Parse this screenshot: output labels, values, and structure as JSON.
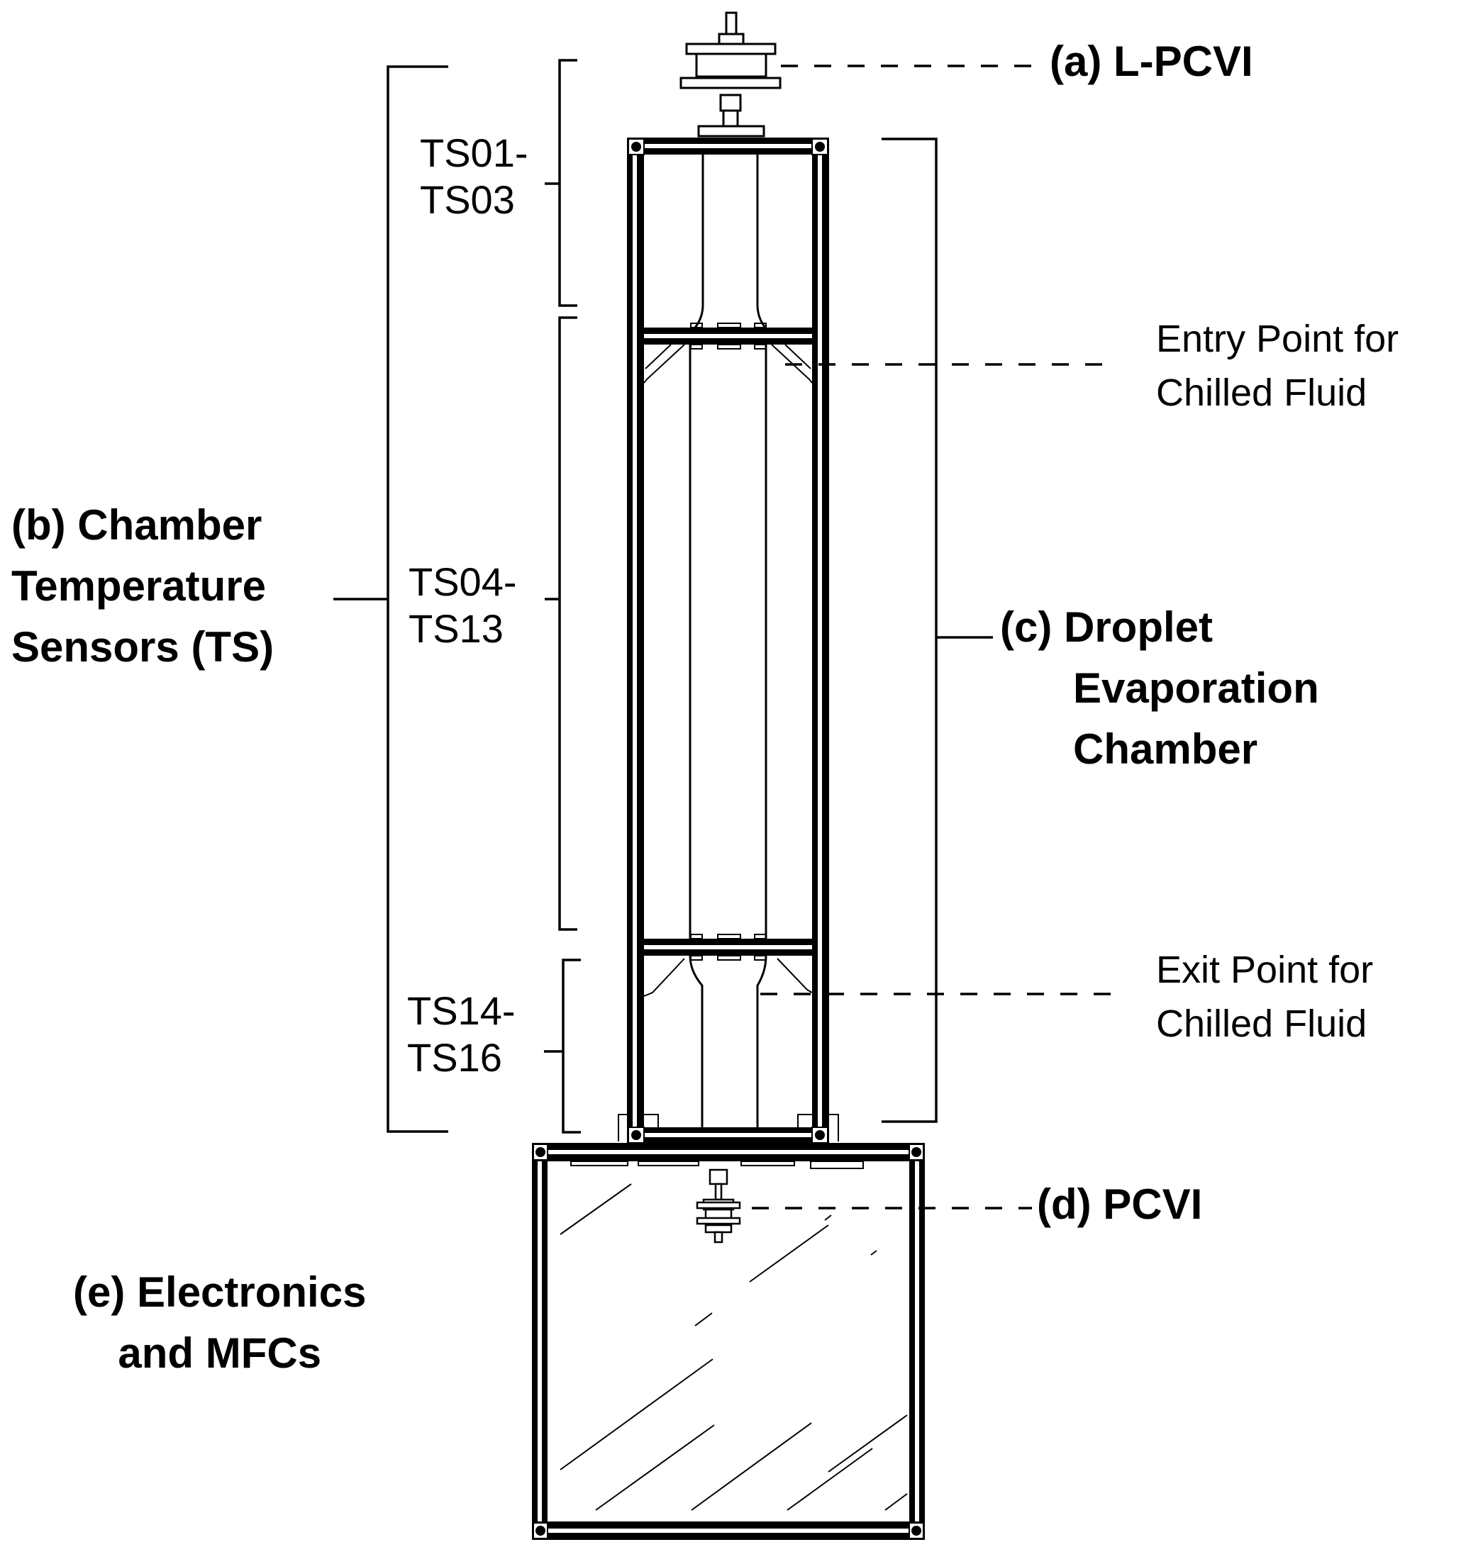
{
  "diagram": {
    "type": "labeled-apparatus-schematic",
    "colors": {
      "line": "#000000",
      "background": "#ffffff"
    },
    "labels": {
      "a": {
        "lines": [
          "(a) L-PCVI"
        ]
      },
      "b": {
        "lines": [
          "(b) Chamber",
          "Temperature",
          "Sensors (TS)"
        ]
      },
      "c": {
        "lines": [
          "(c) Droplet",
          "Evaporation",
          "Chamber"
        ]
      },
      "d": {
        "lines": [
          "(d) PCVI"
        ]
      },
      "e": {
        "lines": [
          "(e) Electronics",
          "and MFCs"
        ]
      },
      "entry": {
        "lines": [
          "Entry Point for",
          "Chilled Fluid"
        ]
      },
      "exit": {
        "lines": [
          "Exit Point for",
          "Chilled Fluid"
        ]
      }
    },
    "sensor_groups": [
      {
        "lines": [
          "TS01-",
          "TS03"
        ]
      },
      {
        "lines": [
          "TS04-",
          "TS13"
        ]
      },
      {
        "lines": [
          "TS14-",
          "TS16"
        ]
      }
    ],
    "components": [
      "l-pcvi",
      "chamber-frame",
      "evaporation-tube",
      "entry-point",
      "exit-point",
      "pcvi",
      "electronics-enclosure"
    ]
  }
}
